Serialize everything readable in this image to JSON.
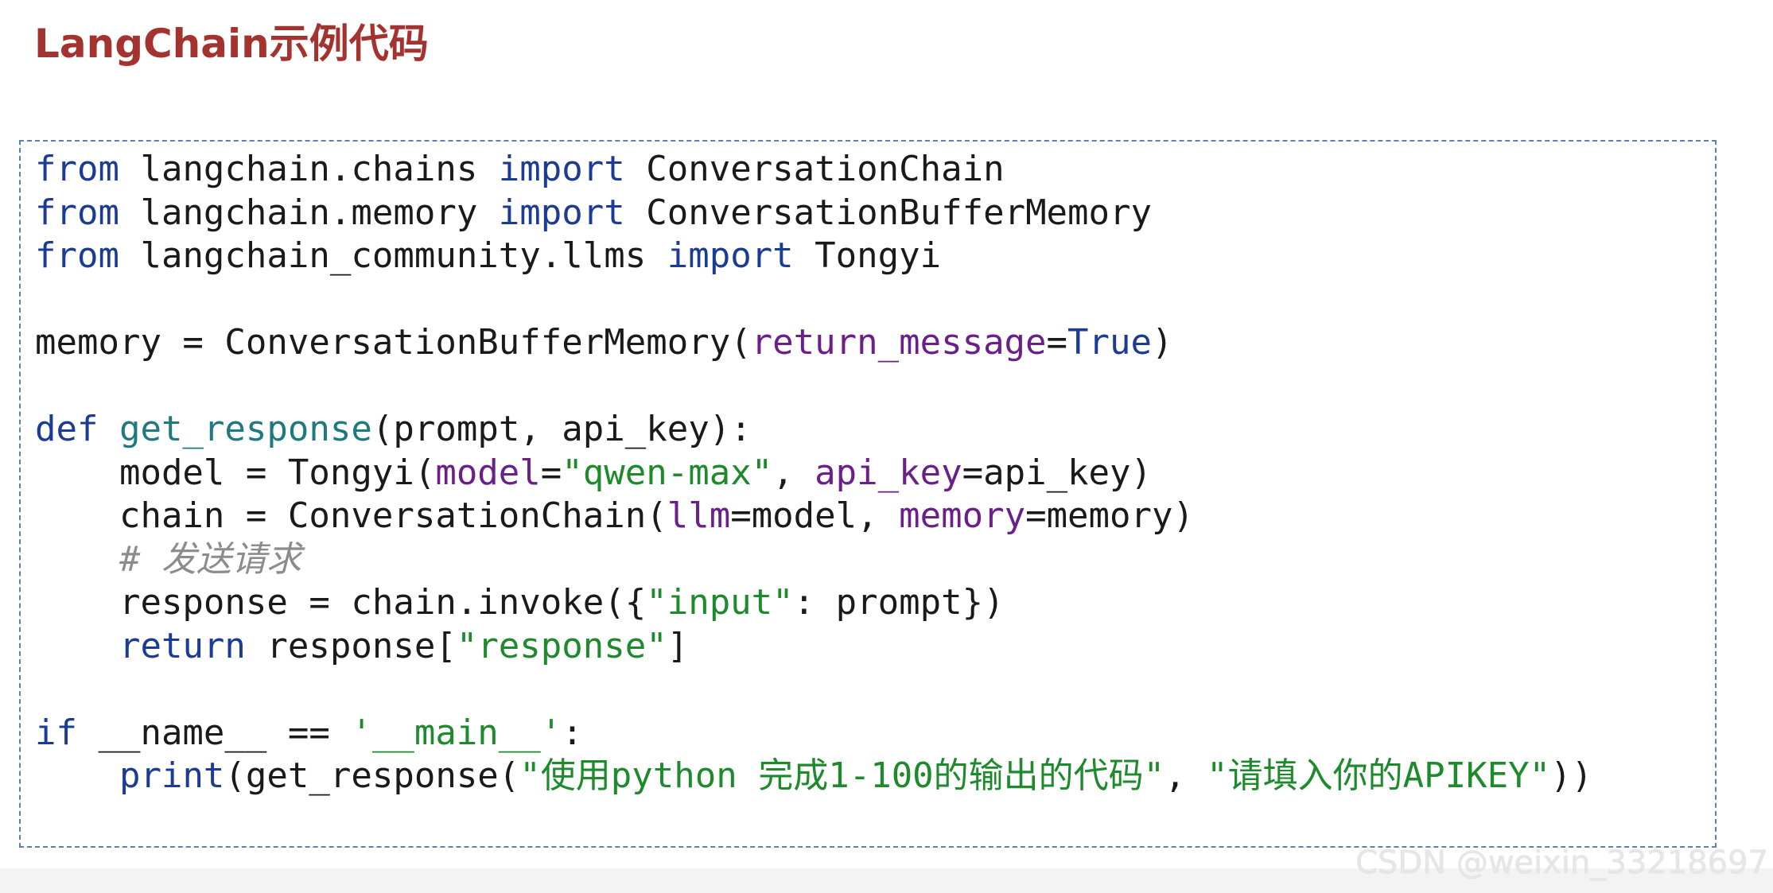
{
  "slide": {
    "title": "LangChain示例代码"
  },
  "code": {
    "lines": [
      [
        {
          "t": "from",
          "c": "kw"
        },
        {
          "t": " langchain.chains ",
          "c": ""
        },
        {
          "t": "import",
          "c": "kw"
        },
        {
          "t": " ConversationChain",
          "c": ""
        }
      ],
      [
        {
          "t": "from",
          "c": "kw"
        },
        {
          "t": " langchain.memory ",
          "c": ""
        },
        {
          "t": "import",
          "c": "kw"
        },
        {
          "t": " ConversationBufferMemory",
          "c": ""
        }
      ],
      [
        {
          "t": "from",
          "c": "kw"
        },
        {
          "t": " langchain_community.llms ",
          "c": ""
        },
        {
          "t": "import",
          "c": "kw"
        },
        {
          "t": " Tongyi",
          "c": ""
        }
      ],
      [],
      [
        {
          "t": "memory = ConversationBufferMemory(",
          "c": ""
        },
        {
          "t": "return_message",
          "c": "par"
        },
        {
          "t": "=",
          "c": ""
        },
        {
          "t": "True",
          "c": "kw"
        },
        {
          "t": ")",
          "c": ""
        }
      ],
      [],
      [
        {
          "t": "def",
          "c": "kw"
        },
        {
          "t": " ",
          "c": ""
        },
        {
          "t": "get_response",
          "c": "fn"
        },
        {
          "t": "(prompt, api_key):",
          "c": ""
        }
      ],
      [
        {
          "t": "    model = Tongyi(",
          "c": ""
        },
        {
          "t": "model",
          "c": "par"
        },
        {
          "t": "=",
          "c": ""
        },
        {
          "t": "\"qwen-max\"",
          "c": "str"
        },
        {
          "t": ", ",
          "c": ""
        },
        {
          "t": "api_key",
          "c": "par"
        },
        {
          "t": "=api_key)",
          "c": ""
        }
      ],
      [
        {
          "t": "    chain = ConversationChain(",
          "c": ""
        },
        {
          "t": "llm",
          "c": "par"
        },
        {
          "t": "=model, ",
          "c": ""
        },
        {
          "t": "memory",
          "c": "par"
        },
        {
          "t": "=memory)",
          "c": ""
        }
      ],
      [
        {
          "t": "    ",
          "c": ""
        },
        {
          "t": "# 发送请求",
          "c": "cmt"
        }
      ],
      [
        {
          "t": "    response = chain.invoke({",
          "c": ""
        },
        {
          "t": "\"input\"",
          "c": "str"
        },
        {
          "t": ": prompt})",
          "c": ""
        }
      ],
      [
        {
          "t": "    ",
          "c": ""
        },
        {
          "t": "return",
          "c": "kw"
        },
        {
          "t": " response[",
          "c": ""
        },
        {
          "t": "\"response\"",
          "c": "str"
        },
        {
          "t": "]",
          "c": ""
        }
      ],
      [],
      [
        {
          "t": "if",
          "c": "kw"
        },
        {
          "t": " __name__ == ",
          "c": ""
        },
        {
          "t": "'__main__'",
          "c": "str"
        },
        {
          "t": ":",
          "c": ""
        }
      ],
      [
        {
          "t": "    ",
          "c": ""
        },
        {
          "t": "print",
          "c": "kw"
        },
        {
          "t": "(get_response(",
          "c": ""
        },
        {
          "t": "\"使用python 完成1-100的输出的代码\"",
          "c": "str"
        },
        {
          "t": ", ",
          "c": ""
        },
        {
          "t": "\"请填入你的APIKEY\"",
          "c": "str"
        },
        {
          "t": "))",
          "c": ""
        }
      ]
    ]
  },
  "watermark": {
    "text": "CSDN @weixin_33218697"
  },
  "colors": {
    "title": "#a4332f",
    "keyword": "#1c3b94",
    "function": "#1e7a7e",
    "parameter": "#6a1f8a",
    "string": "#1d8a2c",
    "comment": "#8c8c8c",
    "border": "#5a82b8"
  }
}
